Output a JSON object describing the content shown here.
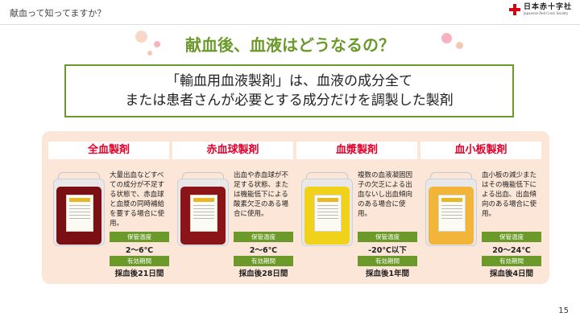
{
  "header": {
    "page_label": "献血って知ってますか？",
    "logo": {
      "name_jp": "日本赤十字社",
      "name_en": "Japanese Red Cross Society",
      "brand_color": "#d7000f"
    }
  },
  "title": "献血後、血液はどうなるの？",
  "callout": {
    "line1": "「輸血用血液製剤」は、血液の成分全て",
    "line2": "または患者さんが必要とする成分だけを調製した製剤"
  },
  "colors": {
    "accent_green": "#6b9a2a",
    "title_red": "#e4002b",
    "panel_bg": "#fbe6d7"
  },
  "products": [
    {
      "name": "全血製剤",
      "description": "大量出血などすべての成分が不足する状態で、赤血球と血漿の同時補給を要する場合に使用。",
      "storage_temp_label": "保管温度",
      "storage_temp": "2～6℃",
      "shelf_life_label": "有効期間",
      "shelf_life": "採血後21日間",
      "bag_color": "#7a1014"
    },
    {
      "name": "赤血球製剤",
      "description": "出血や赤血球が不足する状態、または機能低下による酸素欠乏のある場合に使用。",
      "storage_temp_label": "保管温度",
      "storage_temp": "2～6℃",
      "shelf_life_label": "有効期間",
      "shelf_life": "採血後28日間",
      "bag_color": "#8a1418"
    },
    {
      "name": "血漿製剤",
      "description": "複数の血液凝固因子の欠乏による出血ないし出血傾向のある場合に使用。",
      "storage_temp_label": "保管温度",
      "storage_temp": "-20℃以下",
      "shelf_life_label": "有効期間",
      "shelf_life": "採血後1年間",
      "bag_color": "#f0d21a"
    },
    {
      "name": "血小板製剤",
      "description": "血小板の減少またはその機能低下による出血、出血傾向のある場合に使用。",
      "storage_temp_label": "保管温度",
      "storage_temp": "20～24℃",
      "shelf_life_label": "有効期間",
      "shelf_life": "採血後4日間",
      "bag_color": "#f2b53a"
    }
  ],
  "page_number": "15"
}
